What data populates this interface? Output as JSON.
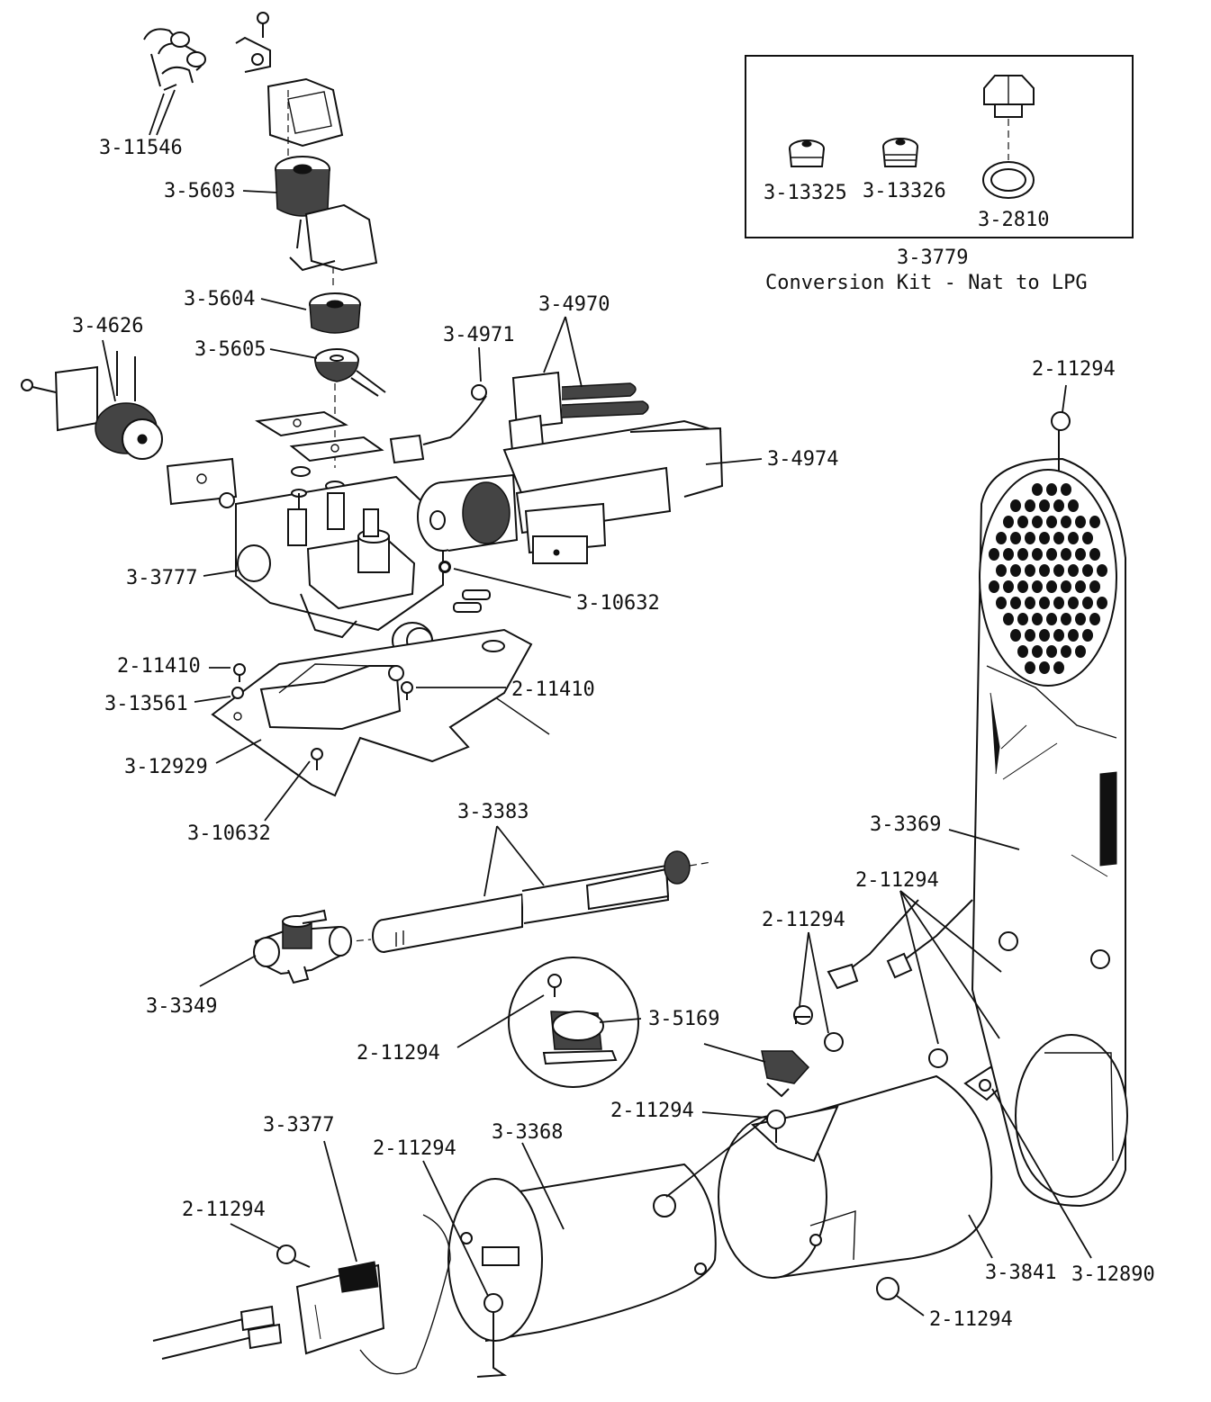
{
  "kit": {
    "part": "3-3779",
    "caption": "Conversion Kit - Nat to LPG",
    "parts": [
      "3-13325",
      "3-13326",
      "3-2810"
    ]
  },
  "labels": {
    "p3_11546": "3-11546",
    "p3_5603": "3-5603",
    "p3_5604": "3-5604",
    "p3_5605": "3-5605",
    "p3_4626": "3-4626",
    "p3_4971": "3-4971",
    "p3_4970": "3-4970",
    "p3_4974": "3-4974",
    "p3_3777": "3-3777",
    "p3_10632_a": "3-10632",
    "p2_11410_a": "2-11410",
    "p3_13561": "3-13561",
    "p2_11410_b": "2-11410",
    "p3_12929": "3-12929",
    "p3_10632_b": "3-10632",
    "p2_11294_top": "2-11294",
    "p3_3383": "3-3383",
    "p3_3369": "3-3369",
    "p2_11294_b": "2-11294",
    "p2_11294_c": "2-11294",
    "p3_3349": "3-3349",
    "p3_5169": "3-5169",
    "p2_11294_d": "2-11294",
    "p2_11294_e": "2-11294",
    "p3_3377": "3-3377",
    "p2_11294_f": "2-11294",
    "p3_3368": "3-3368",
    "p2_11294_g": "2-11294",
    "p3_3841": "3-3841",
    "p3_12890": "3-12890",
    "p2_11294_h": "2-11294"
  }
}
